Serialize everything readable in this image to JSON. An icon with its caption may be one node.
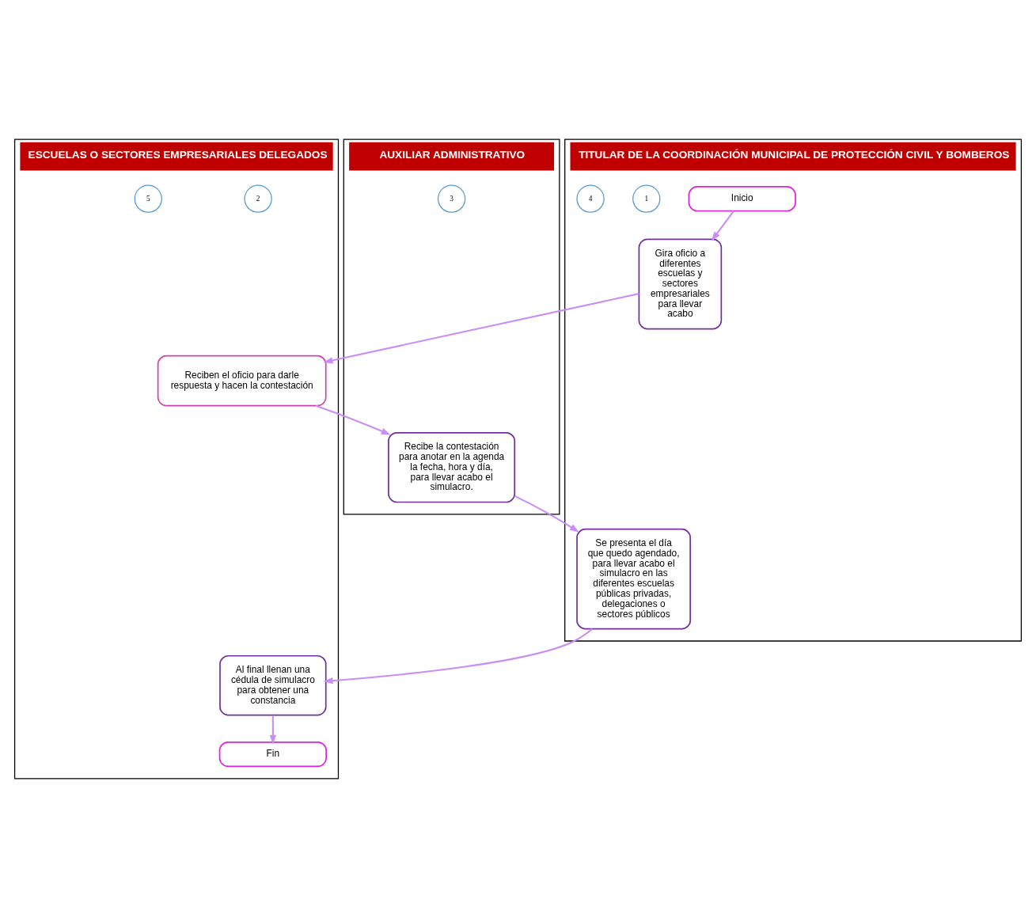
{
  "diagram": {
    "nodes": [
      {
        "text": [
          "TITULAR DE LA COORDINACIÓN MUNICIPAL DE PROTECCIÓN CIVIL Y BOMBEROS"
        ]
      },
      {
        "text": [
          "ESCUELAS O SECTORES EMPRESARIALES DELEGADOS"
        ]
      },
      {
        "text": [
          "AUXILIAR ADMINISTRATIVO"
        ]
      },
      {
        "text": [
          "Inicio"
        ],
        "in": 0
      },
      {
        "text": [
          "1"
        ],
        "in": 0
      },
      {
        "text": [
          "Gira oficio a diferentes escuelas y sectores empresariales para llevar acabo"
        ],
        "in": 0
      },
      {
        "text": [
          "2"
        ],
        "in": 1
      },
      {
        "text": [
          "Reciben el oficio para darle respuesta y hacen la contestación"
        ],
        "in": 1
      },
      {
        "text": [
          "3"
        ],
        "in": 2
      },
      {
        "text": [
          "Recibe la contestación para anotar en la agenda la fecha, hora y día, para llevar acabo el simulacro."
        ],
        "in": 2
      },
      {
        "text": [
          "4"
        ],
        "in": 0
      },
      {
        "text": [
          "Se presenta el día que quedo agendado, para llevar acabo el simulacro en las diferentes escuelas públicas privadas, delegaciones o sectores públicos"
        ],
        "in": 0
      },
      {
        "text": [
          "5"
        ],
        "in": 1
      },
      {
        "text": [
          "Al final llenan una cédula de simulacro para obtener una constancia"
        ],
        "in": 1
      },
      {
        "text": [
          "Fin"
        ],
        "in": 1
      }
    ],
    "edges": [
      {
        "from": 3,
        "to": 5,
        "arrow": "to"
      },
      {
        "from": 5,
        "to": 7,
        "arrow": "to"
      },
      {
        "from": 7,
        "to": 9,
        "arrow": "to"
      },
      {
        "from": 9,
        "to": 11,
        "arrow": "to"
      },
      {
        "from": 11,
        "to": 13,
        "arrow": "to"
      },
      {
        "from": 13,
        "to": 14,
        "arrow": "to"
      }
    ]
  }
}
